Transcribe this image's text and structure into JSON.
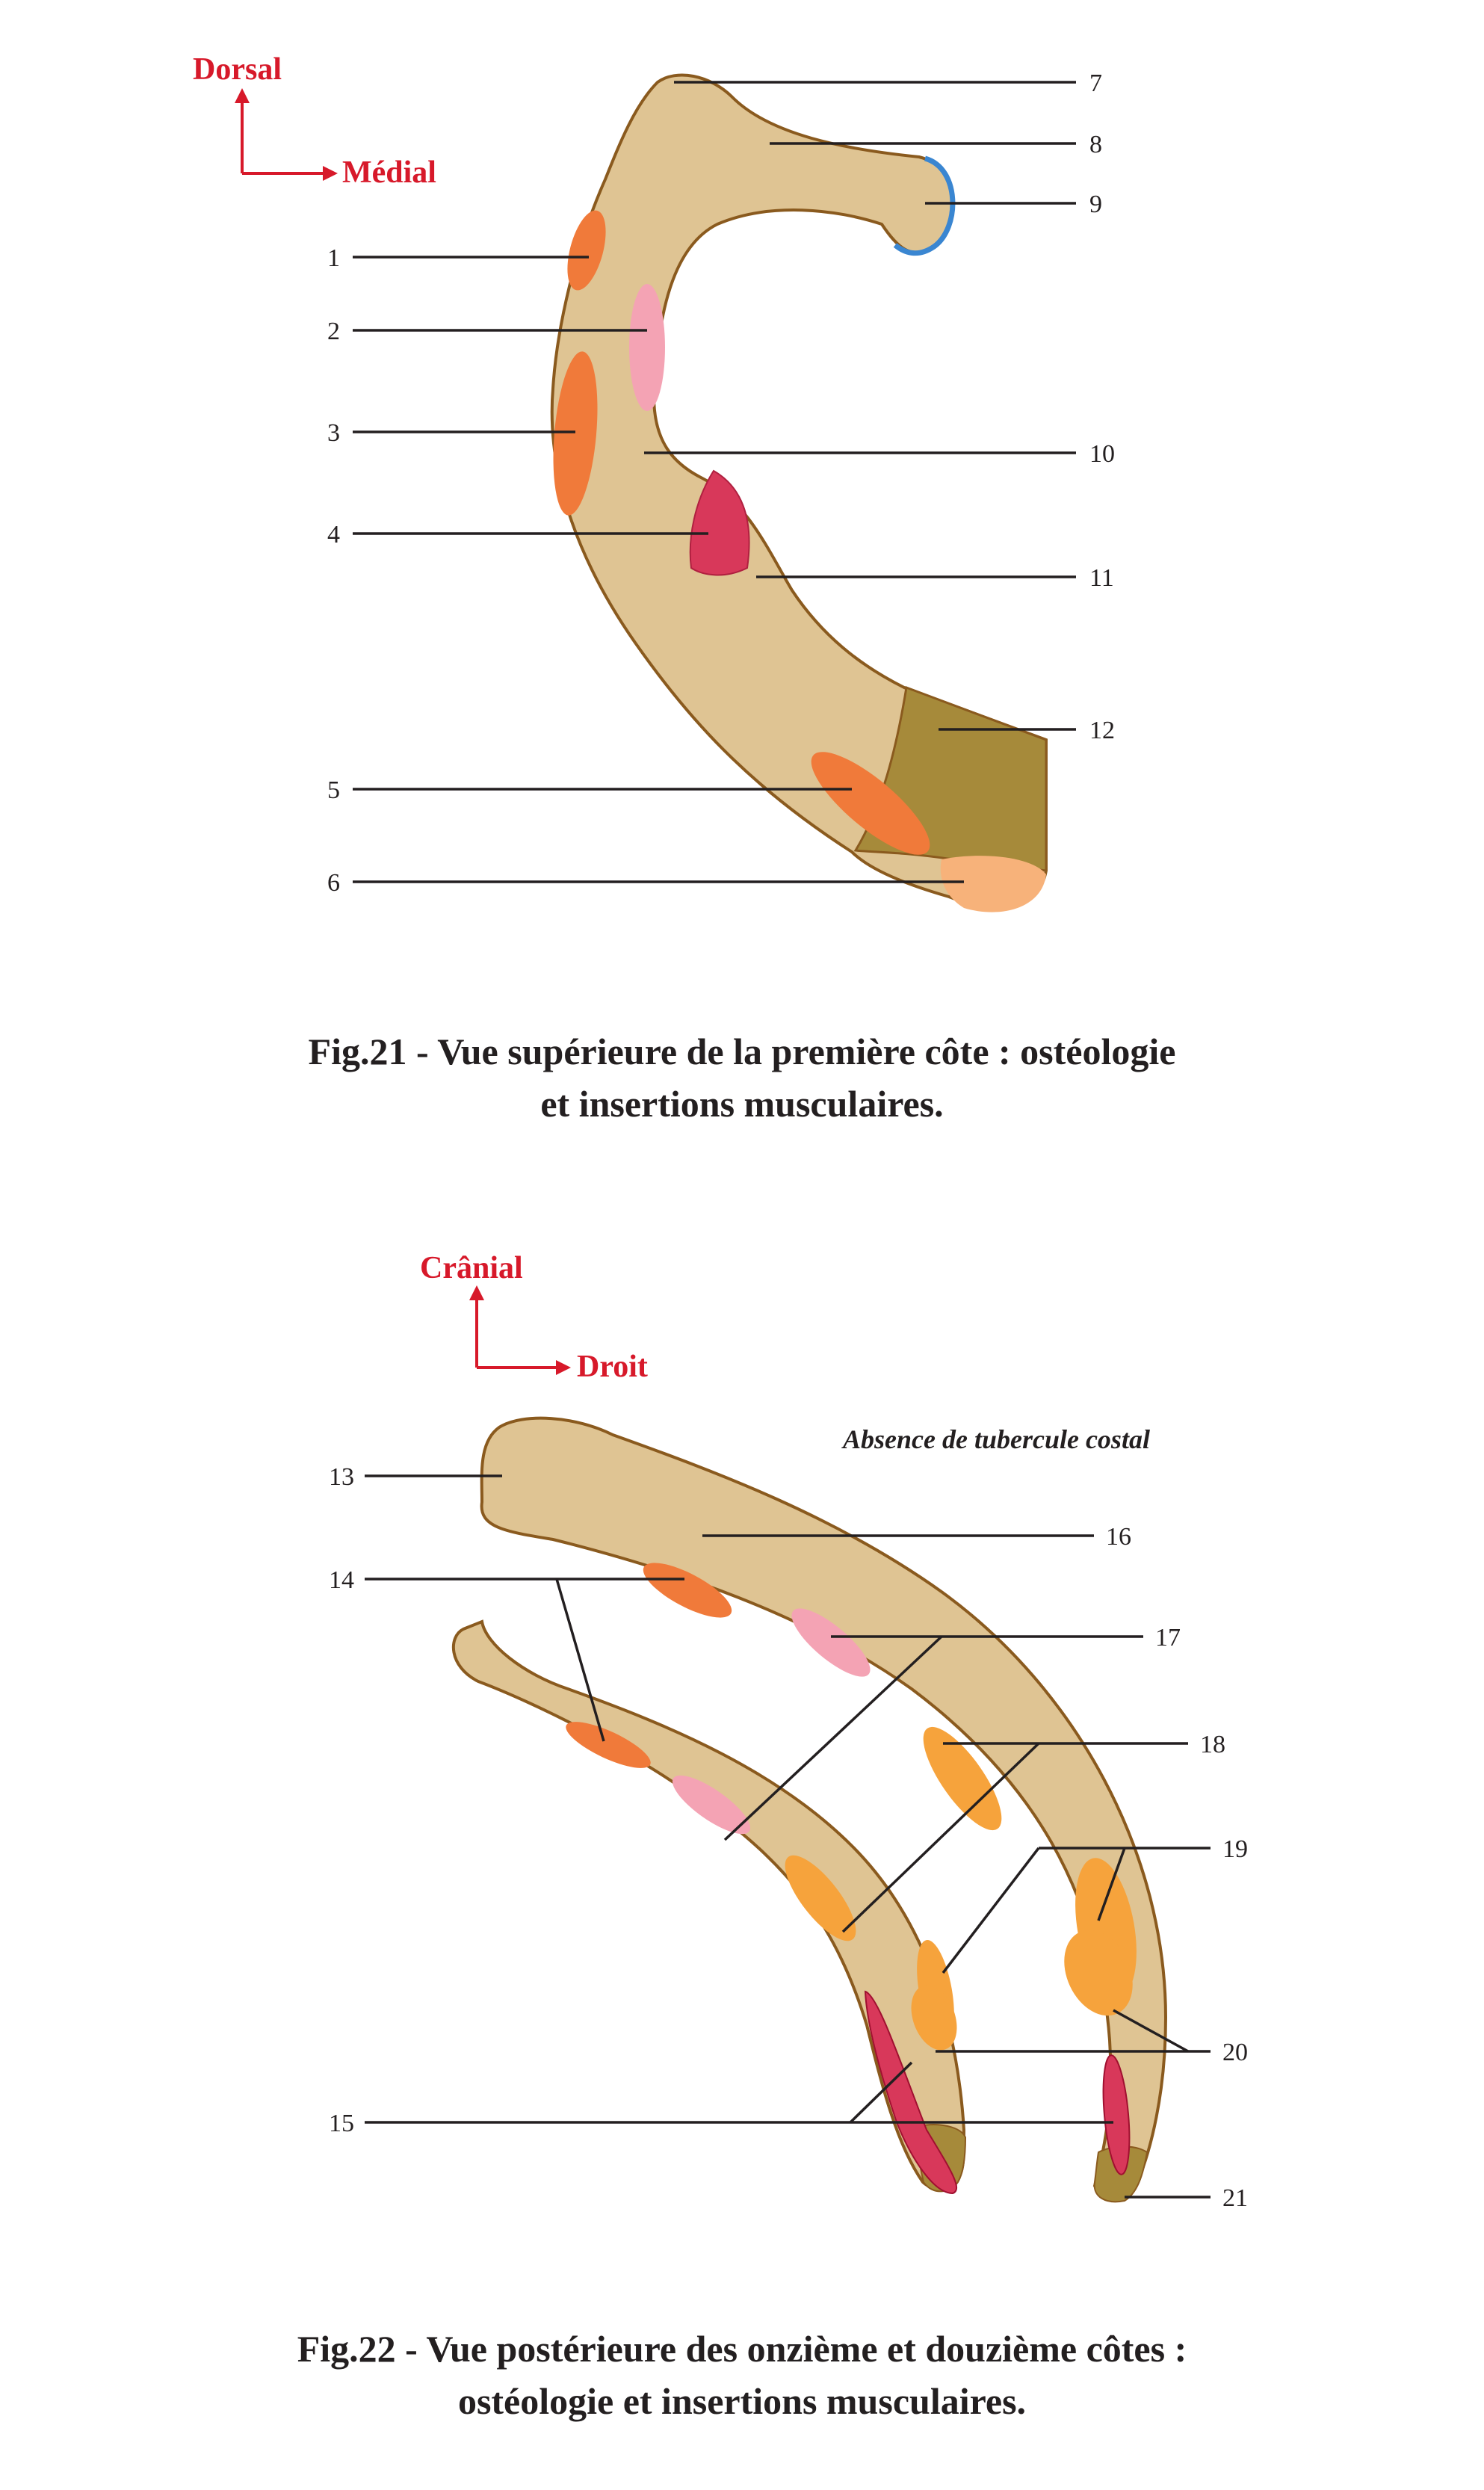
{
  "fig21": {
    "orientation": {
      "up": "Dorsal",
      "right": "Médial"
    },
    "labels": [
      "1",
      "2",
      "3",
      "4",
      "5",
      "6",
      "7",
      "8",
      "9",
      "10",
      "11",
      "12"
    ],
    "caption": [
      "Fig.21 - Vue supérieure de la première côte : ostéologie",
      "et insertions musculaires."
    ]
  },
  "fig22": {
    "orientation": {
      "up": "Crânial",
      "right": "Droit"
    },
    "note": "Absence de tubercule costal",
    "labels": [
      "13",
      "14",
      "15",
      "16",
      "17",
      "18",
      "19",
      "20",
      "21"
    ],
    "caption": [
      "Fig.22 - Vue postérieure des onzième et douzième côtes :",
      "ostéologie et insertions musculaires."
    ]
  },
  "colors": {
    "bone": "#dfc493",
    "bone_outline": "#8a5a1e",
    "cartilage": "#a68a3a",
    "muscle_orange": "#f07a3a",
    "muscle_pink": "#f4a3b4",
    "muscle_red": "#d8385a",
    "muscle_light_orange": "#f7b27a",
    "muscle_yellow_orange": "#f6a33c",
    "articular_surface": "#3a86d1",
    "direction_arrow": "#d7192a"
  }
}
